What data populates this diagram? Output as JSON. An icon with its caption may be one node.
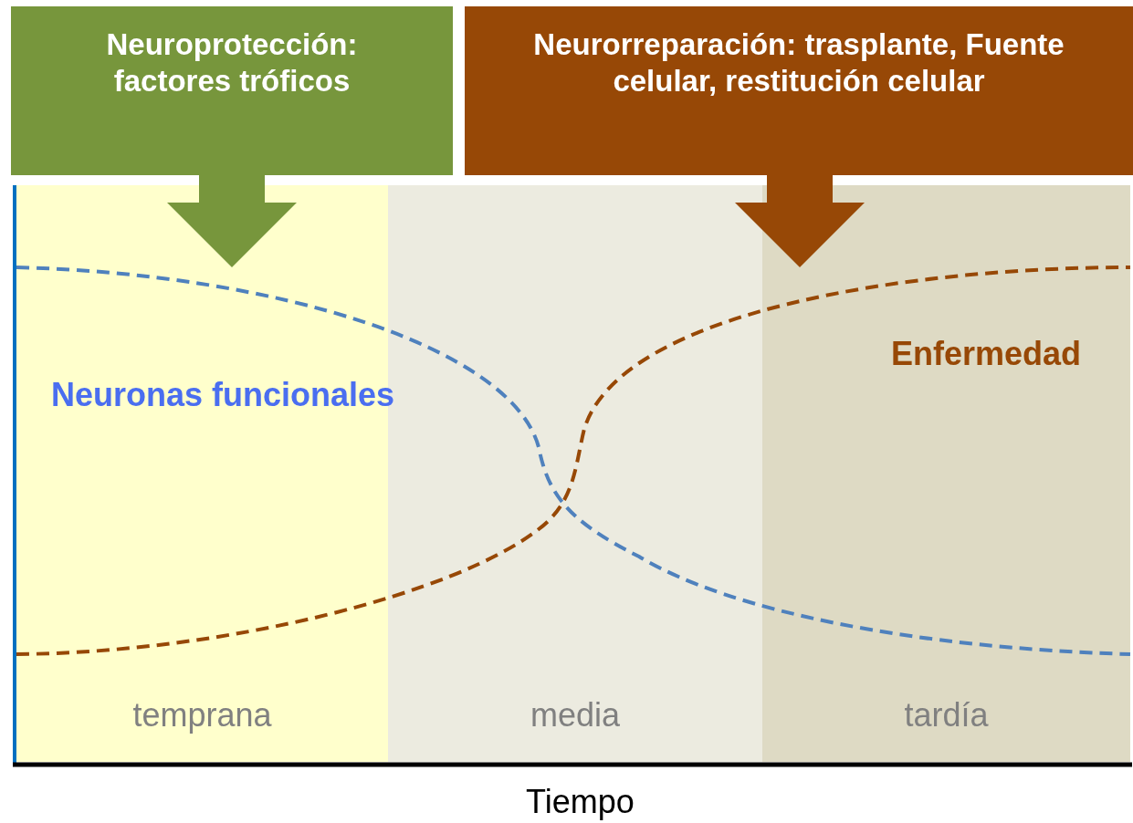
{
  "diagram": {
    "nodes": [
      {
        "text": [
          "Neuroprotección: factores tróficos"
        ]
      },
      {
        "text": [
          "Neurorreparación: trasplante, Fuente celular, restitución celular"
        ]
      },
      {
        "text": [
          "temprana"
        ]
      },
      {
        "text": [
          "media"
        ]
      },
      {
        "text": [
          "tardía"
        ]
      }
    ],
    "edges": [
      {
        "from": 0,
        "to": 2,
        "arrow": "to",
        "style": "thick"
      },
      {
        "from": 1,
        "to": 4,
        "arrow": "to",
        "style": "thick"
      }
    ],
    "labels": [
      "Neuronas funcionales",
      "Enfermedad",
      "Tiempo"
    ]
  }
}
